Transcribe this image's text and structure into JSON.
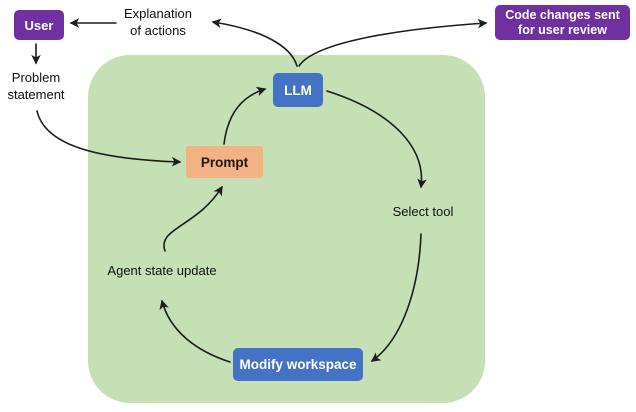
{
  "colors": {
    "purple": "#7030A0",
    "blue": "#4472C4",
    "orange": "#F4B183",
    "green": "#C5E0B4",
    "arrow": "#1c1c1c",
    "label_text": "#111111",
    "box_text_light": "#FFFFFF",
    "box_text_dark": "#1a1a1a",
    "background": "#FFFFFF"
  },
  "nodes": {
    "user": {
      "label": "User"
    },
    "code_review": {
      "line1": "Code changes sent",
      "line2": "for user review"
    },
    "llm": {
      "label": "LLM"
    },
    "prompt": {
      "label": "Prompt"
    },
    "modify_workspace": {
      "label": "Modify workspace"
    }
  },
  "labels": {
    "explanation": {
      "line1": "Explanation",
      "line2": "of actions"
    },
    "problem_statement": {
      "line1": "Problem",
      "line2": "statement"
    },
    "select_tool": "Select tool",
    "agent_state_update": "Agent state update"
  },
  "edges": [
    {
      "from": "explanation-of-actions",
      "to": "user"
    },
    {
      "from": "user",
      "to": "problem-statement"
    },
    {
      "from": "problem-statement",
      "to": "prompt"
    },
    {
      "from": "prompt",
      "to": "llm"
    },
    {
      "from": "llm",
      "to": "explanation-of-actions"
    },
    {
      "from": "llm",
      "to": "code-changes-for-user-review"
    },
    {
      "from": "llm",
      "to": "select-tool"
    },
    {
      "from": "select-tool",
      "to": "modify-workspace"
    },
    {
      "from": "modify-workspace",
      "to": "agent-state-update"
    },
    {
      "from": "agent-state-update",
      "to": "prompt"
    }
  ]
}
